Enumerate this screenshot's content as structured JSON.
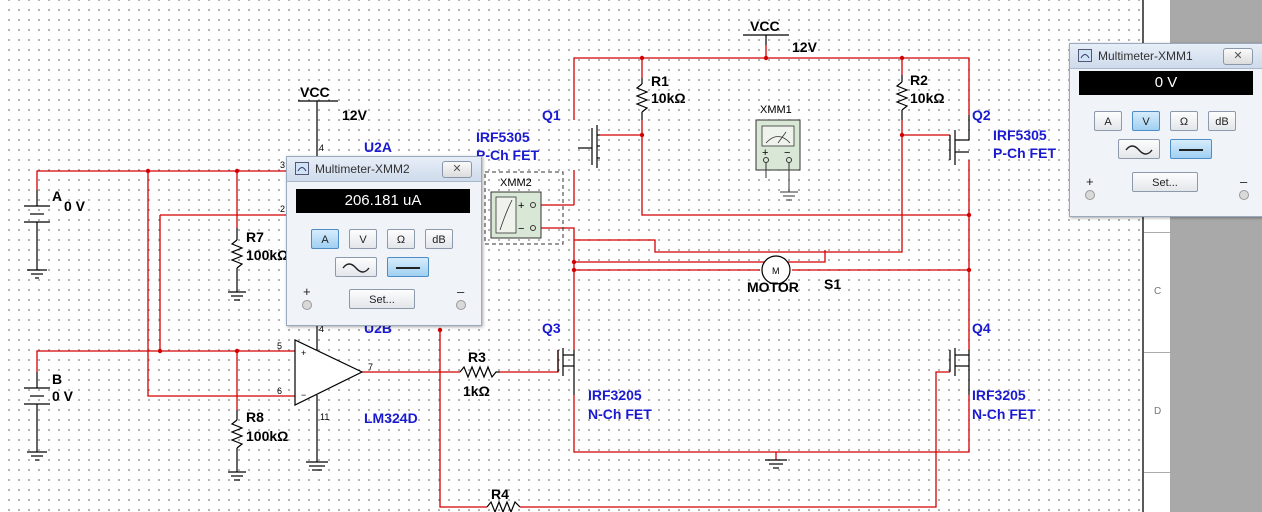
{
  "schematic": {
    "vcc_left_label": "VCC",
    "vcc_left_value": "12V",
    "vcc_top_label": "VCC",
    "vcc_top_value": "12V",
    "source_a_name": "A",
    "source_a_value": "0 V",
    "source_b_name": "B",
    "source_b_value": "0 V",
    "r7_name": "R7",
    "r7_value": "100kΩ",
    "r8_name": "R8",
    "r8_value": "100kΩ",
    "r1_name": "R1",
    "r1_value": "10kΩ",
    "r2_name": "R2",
    "r2_value": "10kΩ",
    "r3_name": "R3",
    "r3_value": "1kΩ",
    "r4_name": "R4",
    "u2a_label": "U2A",
    "u2b_label": "U2B",
    "opamp_part": "LM324D",
    "q1_name": "Q1",
    "q1_part": "IRF5305",
    "q1_type": "P-Ch FET",
    "q2_name": "Q2",
    "q2_part": "IRF5305",
    "q2_type": "P-Ch FET",
    "q3_name": "Q3",
    "q3_part": "IRF3205",
    "q3_type": "N-Ch FET",
    "q4_name": "Q4",
    "q4_part": "IRF3205",
    "q4_type": "N-Ch FET",
    "motor_label": "MOTOR",
    "motor_symbol": "M",
    "switch_label": "S1",
    "xmm1_label": "XMM1",
    "xmm2_label": "XMM2",
    "pins": {
      "p3": "3",
      "p2": "2",
      "p4a": "4",
      "p4b": "4",
      "p5": "5",
      "p6": "6",
      "p7": "7",
      "p11": "11"
    },
    "meter_plus": "+",
    "meter_minus": "−"
  },
  "sheet_zones": {
    "c": "C",
    "d": "D"
  },
  "multimeter_xmm2": {
    "title": "Multimeter-XMM2",
    "close_label": "✕",
    "reading": "206.181 uA",
    "btn_amp": "A",
    "btn_volt": "V",
    "btn_ohm": "Ω",
    "btn_db": "dB",
    "active_mode": "A",
    "active_wave": "DC",
    "set_label": "Set...",
    "plus": "+",
    "minus": "–"
  },
  "multimeter_xmm1": {
    "title": "Multimeter-XMM1",
    "close_label": "✕",
    "reading": "0 V",
    "btn_amp": "A",
    "btn_volt": "V",
    "btn_ohm": "Ω",
    "btn_db": "dB",
    "active_mode": "V",
    "active_wave": "DC",
    "set_label": "Set...",
    "plus": "+",
    "minus": "–"
  },
  "colors": {
    "wire": "#d40000",
    "component": "#000000",
    "label_blue": "#1a1ad0",
    "display_bg": "#000000",
    "active_button": "#9fd0f2"
  }
}
